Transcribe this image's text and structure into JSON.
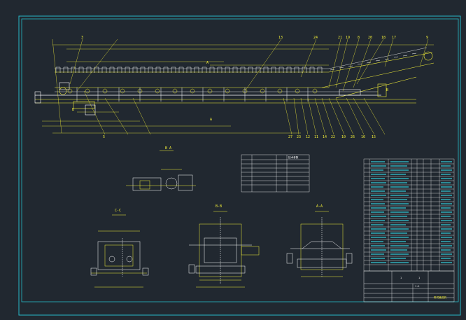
{
  "drawing": {
    "balloons_top": [
      "3",
      "13",
      "24",
      "21",
      "19",
      "8",
      "20",
      "18",
      "17",
      "9"
    ],
    "balloons_bottom": [
      "5",
      "27",
      "23",
      "12",
      "11",
      "14",
      "22",
      "10",
      "26",
      "16",
      "15"
    ],
    "section_labels": {
      "view_a_top": "A",
      "view_b_left": "B",
      "view_a_mid": "A",
      "view_b_mid": "B",
      "detail_view": "B A",
      "view_cc": "C-C",
      "view_bb": "B-B",
      "view_aa": "A-A"
    },
    "title_block": {
      "drawing_name": "带式输送机",
      "scale": "1:1",
      "sheet": "1",
      "total_sheets": "1"
    },
    "tech_table_title": "技术参数"
  },
  "colors": {
    "background": "#212830",
    "frame": "#27b9c7",
    "lines": "#f2ee38",
    "detail": "#ffffff",
    "accent": "#34c6d4"
  }
}
